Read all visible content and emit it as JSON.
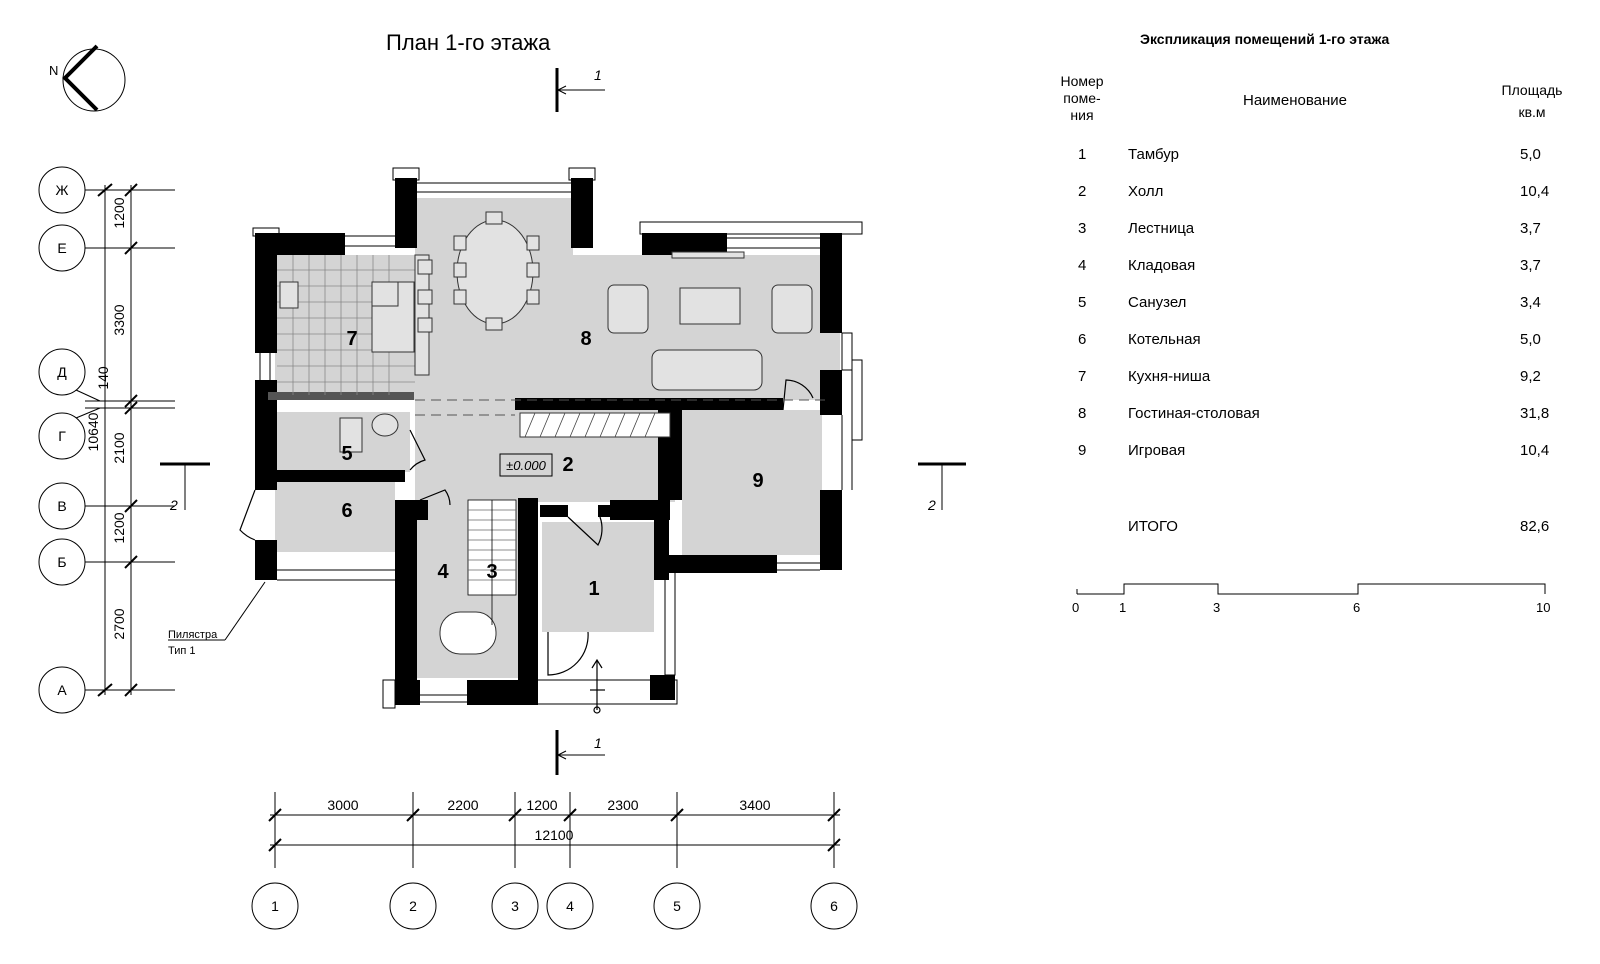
{
  "plan": {
    "title": "План 1-го этажа",
    "north": "N",
    "section_marks": {
      "s1": "1",
      "s2": "2"
    },
    "axes_letters": [
      "Ж",
      "Е",
      "Д",
      "Г",
      "В",
      "Б",
      "А"
    ],
    "axes_numbers": [
      "1",
      "2",
      "3",
      "4",
      "5",
      "6"
    ],
    "dims_left": [
      "1200",
      "3300",
      "140",
      "2100",
      "1200",
      "2700"
    ],
    "dim_left_total": "10640",
    "dims_bottom": [
      "3000",
      "2200",
      "1200",
      "2300",
      "3400"
    ],
    "dim_bottom_total": "12100",
    "level": "±0.000",
    "pilaster_note": [
      "Пилястра",
      "Тип 1"
    ],
    "room_numbers": [
      "1",
      "2",
      "3",
      "4",
      "5",
      "6",
      "7",
      "8",
      "9"
    ]
  },
  "explication": {
    "title": "Экспликация помещений 1-го этажа",
    "col_num": [
      "Номер",
      "поме-",
      "ния"
    ],
    "col_name": "Наименование",
    "col_area": [
      "Площадь",
      "кв.м"
    ],
    "rows": [
      {
        "num": "1",
        "name": "Тамбур",
        "area": "5,0"
      },
      {
        "num": "2",
        "name": "Холл",
        "area": "10,4"
      },
      {
        "num": "3",
        "name": "Лестница",
        "area": "3,7"
      },
      {
        "num": "4",
        "name": "Кладовая",
        "area": "3,7"
      },
      {
        "num": "5",
        "name": "Санузел",
        "area": "3,4"
      },
      {
        "num": "6",
        "name": "Котельная",
        "area": "5,0"
      },
      {
        "num": "7",
        "name": "Кухня-ниша",
        "area": "9,2"
      },
      {
        "num": "8",
        "name": "Гостиная-столовая",
        "area": "31,8"
      },
      {
        "num": "9",
        "name": "Игровая",
        "area": "10,4"
      }
    ],
    "total_label": "ИТОГО",
    "total_area": "82,6"
  },
  "scale_bar": [
    "0",
    "1",
    "3",
    "6",
    "10"
  ]
}
